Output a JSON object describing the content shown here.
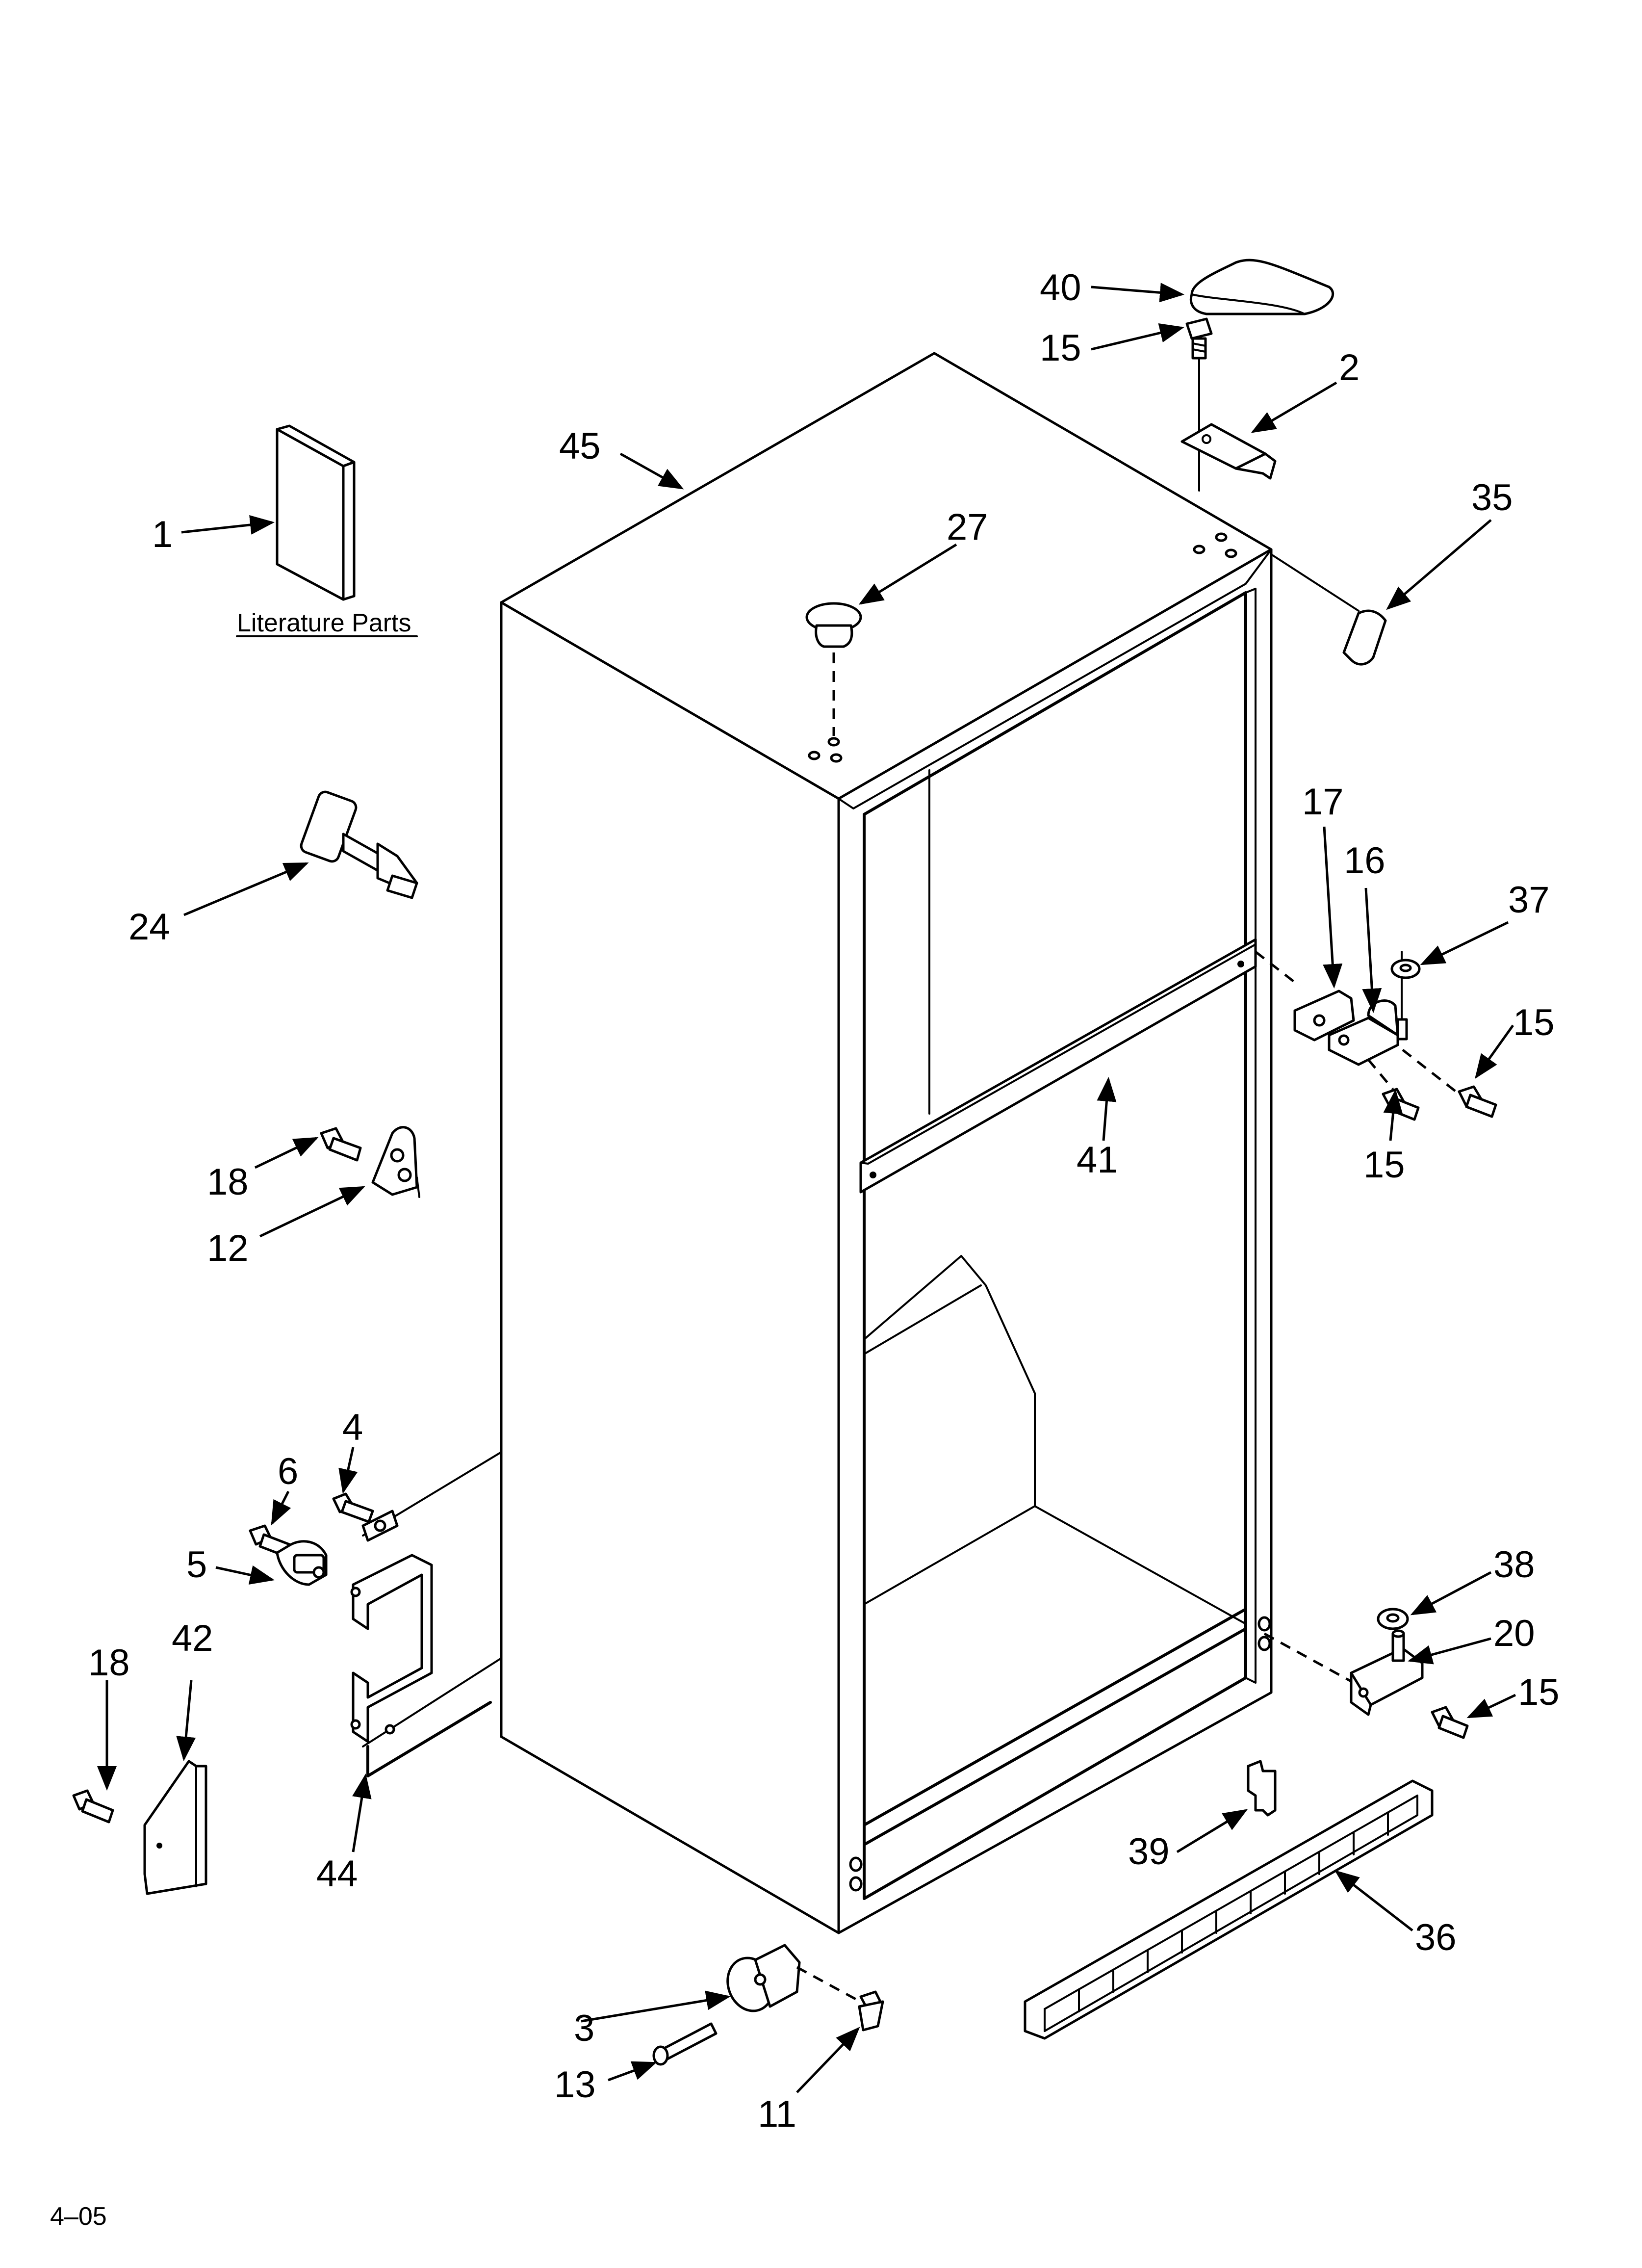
{
  "literature_caption": "Literature Parts",
  "revision_code": "4–05",
  "callouts": {
    "c40": "40",
    "c15a": "15",
    "c2": "2",
    "c45": "45",
    "c27": "27",
    "c35": "35",
    "c1": "1",
    "c24": "24",
    "c17": "17",
    "c16": "16",
    "c37": "37",
    "c15b": "15",
    "c15c": "15",
    "c41": "41",
    "c18a": "18",
    "c12": "12",
    "c4": "4",
    "c6": "6",
    "c5": "5",
    "c38": "38",
    "c20": "20",
    "c15d": "15",
    "c18b": "18",
    "c42": "42",
    "c44": "44",
    "c39": "39",
    "c36": "36",
    "c3": "3",
    "c13": "13",
    "c11": "11"
  }
}
